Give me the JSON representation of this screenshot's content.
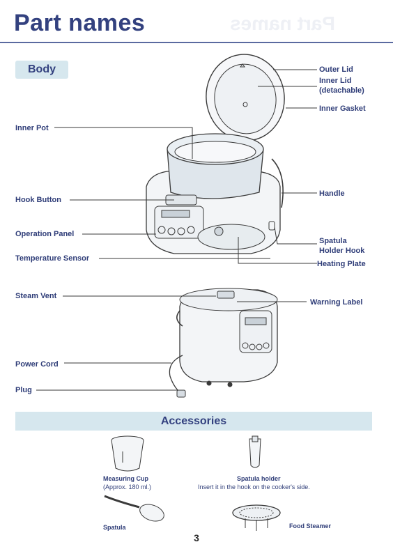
{
  "page": {
    "title": "Part names",
    "section_body": "Body",
    "section_accessories": "Accessories",
    "page_number": "3"
  },
  "labels": {
    "outer_lid": "Outer Lid",
    "inner_lid": "Inner Lid",
    "inner_lid_note": "(detachable)",
    "inner_gasket": "Inner Gasket",
    "inner_pot": "Inner Pot",
    "handle": "Handle",
    "hook_button": "Hook Button",
    "operation_panel": "Operation Panel",
    "spatula_holder_hook_1": "Spatula",
    "spatula_holder_hook_2": "Holder Hook",
    "temperature_sensor": "Temperature Sensor",
    "heating_plate": "Heating Plate",
    "steam_vent": "Steam Vent",
    "warning_label": "Warning Label",
    "power_cord": "Power Cord",
    "plug": "Plug"
  },
  "accessories": {
    "measuring_cup": "Measuring Cup",
    "measuring_cup_note": "(Approx. 180 ml.)",
    "spatula_holder": "Spatula holder",
    "spatula_holder_note": "Insert it in the hook on the cooker's side.",
    "spatula": "Spatula",
    "food_steamer": "Food Steamer"
  },
  "colors": {
    "text_navy": "#2f3d78",
    "band_blue": "#d6e7ee",
    "rule": "#5a6aa0",
    "line_art": "#3a3a3a",
    "fill_pale": "#e9edf0"
  }
}
